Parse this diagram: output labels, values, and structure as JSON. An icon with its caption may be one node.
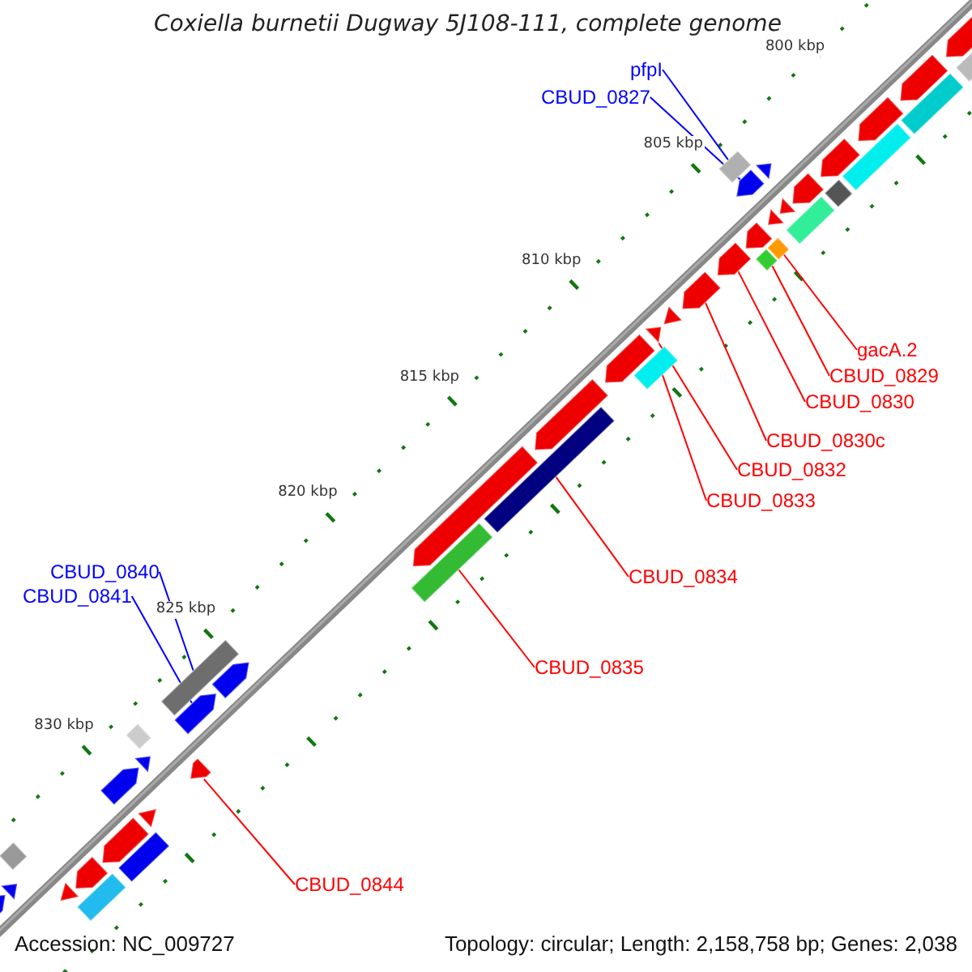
{
  "diagram": {
    "title": "Coxiella burnetii Dugway 5J108-111, complete genome",
    "nodes": [
      {
        "text": [
          "pfpI"
        ]
      },
      {
        "text": [
          "CBUD_0827"
        ]
      },
      {
        "text": [
          "gacA.2"
        ]
      },
      {
        "text": [
          "CBUD_0829"
        ]
      },
      {
        "text": [
          "CBUD_0830"
        ]
      },
      {
        "text": [
          "CBUD_0830c"
        ]
      },
      {
        "text": [
          "CBUD_0832"
        ]
      },
      {
        "text": [
          "CBUD_0833"
        ]
      },
      {
        "text": [
          "CBUD_0840"
        ]
      },
      {
        "text": [
          "CBUD_0834"
        ]
      },
      {
        "text": [
          "CBUD_0841"
        ]
      },
      {
        "text": [
          "CBUD_0835"
        ]
      },
      {
        "text": [
          "CBUD_0844"
        ]
      },
      {
        "text": [],
        "shape": "bar"
      },
      {
        "text": [],
        "shape": "bar"
      },
      {
        "text": [],
        "shape": "bar"
      },
      {
        "text": [],
        "shape": "bar"
      },
      {
        "text": [],
        "shape": "bar"
      },
      {
        "text": [],
        "shape": "bar"
      },
      {
        "text": [],
        "shape": "bar"
      },
      {
        "text": [],
        "shape": "bar"
      },
      {
        "text": [],
        "shape": "bar"
      },
      {
        "text": [],
        "shape": "bar"
      },
      {
        "text": [],
        "shape": "bar"
      },
      {
        "text": [],
        "shape": "bar"
      },
      {
        "text": [],
        "shape": "bar"
      },
      {
        "text": [],
        "shape": "bar"
      },
      {
        "text": [],
        "shape": "bar"
      },
      {
        "text": [],
        "shape": "bar"
      },
      {
        "text": [],
        "shape": "bar"
      },
      {
        "text": [],
        "shape": "bar"
      },
      {
        "text": [],
        "shape": "bar"
      },
      {
        "text": [],
        "shape": "bar"
      },
      {
        "text": [],
        "shape": "bar"
      },
      {
        "text": [],
        "shape": "bar"
      },
      {
        "text": [],
        "shape": "bar"
      },
      {
        "text": [],
        "shape": "bar"
      },
      {
        "text": [],
        "shape": "bar"
      },
      {
        "text": [],
        "shape": "bar"
      },
      {
        "text": [],
        "shape": "bar"
      },
      {
        "text": [],
        "shape": "bar"
      },
      {
        "text": [],
        "shape": "bar"
      },
      {
        "text": [],
        "shape": "bar"
      },
      {
        "text": [],
        "shape": "bar"
      },
      {
        "text": [],
        "shape": "bar"
      },
      {
        "text": [],
        "shape": "bar"
      },
      {
        "text": [],
        "shape": "bar"
      },
      {
        "text": [],
        "shape": "bar"
      },
      {
        "text": [],
        "shape": "bar"
      },
      {
        "text": [],
        "shape": "bar"
      },
      {
        "text": [],
        "shape": "bar"
      },
      {
        "text": [],
        "shape": "bar"
      },
      {
        "text": [],
        "shape": "bar"
      },
      {
        "text": [],
        "shape": "bar"
      },
      {
        "text": [],
        "shape": "bar"
      },
      {
        "text": [],
        "shape": "bar"
      },
      {
        "text": [],
        "shape": "bar"
      }
    ],
    "edges": [
      {
        "from": 0,
        "to": 22,
        "arrow": "none",
        "color": "#0000ff"
      },
      {
        "from": 1,
        "to": 23,
        "arrow": "none",
        "color": "#0000ff"
      },
      {
        "from": 2,
        "to": 25,
        "arrow": "none"
      },
      {
        "from": 3,
        "to": 24,
        "arrow": "none"
      },
      {
        "from": 4,
        "to": 21,
        "arrow": "none"
      },
      {
        "from": 5,
        "to": 20,
        "arrow": "none"
      },
      {
        "from": 6,
        "to": 19,
        "arrow": "none"
      },
      {
        "from": 7,
        "to": 18,
        "arrow": "none"
      },
      {
        "from": 8,
        "to": 13,
        "arrow": "none",
        "color": "#0000ff"
      },
      {
        "from": 9,
        "to": 17,
        "arrow": "none"
      },
      {
        "from": 10,
        "to": 14,
        "arrow": "none",
        "color": "#0000ff"
      },
      {
        "from": 11,
        "to": 16,
        "arrow": "none"
      },
      {
        "from": 12,
        "to": 15,
        "arrow": "none"
      }
    ],
    "labels": [
      "800 kbp",
      "805 kbp",
      "810 kbp",
      "815 kbp",
      "820 kbp",
      "825 kbp",
      "830 kbp",
      "Accession: NC_009727",
      "Topology: circular; Length: 2,158,758 bp; Genes: 2,038"
    ]
  }
}
